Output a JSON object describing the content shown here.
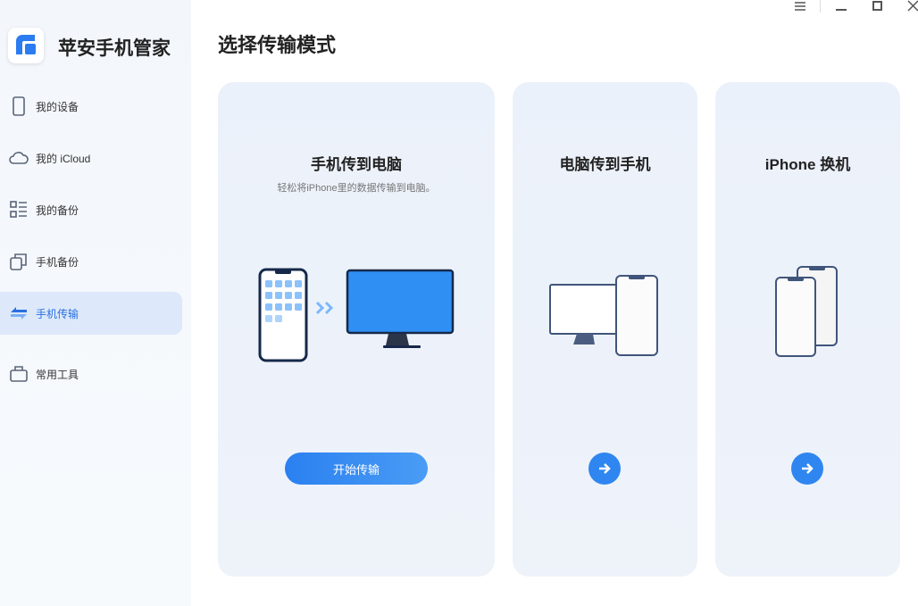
{
  "app": {
    "name": "苹安手机管家"
  },
  "sidebar": {
    "items": [
      {
        "label": "我的设备",
        "icon": "phone-icon"
      },
      {
        "label": "我的 iCloud",
        "icon": "cloud-icon"
      },
      {
        "label": "我的备份",
        "icon": "list-icon"
      },
      {
        "label": "手机备份",
        "icon": "copy-icon"
      },
      {
        "label": "手机传输",
        "icon": "transfer-icon",
        "active": true
      },
      {
        "label": "常用工具",
        "icon": "toolbox-icon"
      }
    ]
  },
  "main": {
    "title": "选择传输模式",
    "cards": [
      {
        "title": "手机传到电脑",
        "subtitle": "轻松将iPhone里的数据传输到电脑。",
        "button": "开始传输"
      },
      {
        "title": "电脑传到手机"
      },
      {
        "title": "iPhone 换机"
      }
    ]
  },
  "colors": {
    "accent": "#2f86f0",
    "active_bg": "#dde9fa"
  }
}
